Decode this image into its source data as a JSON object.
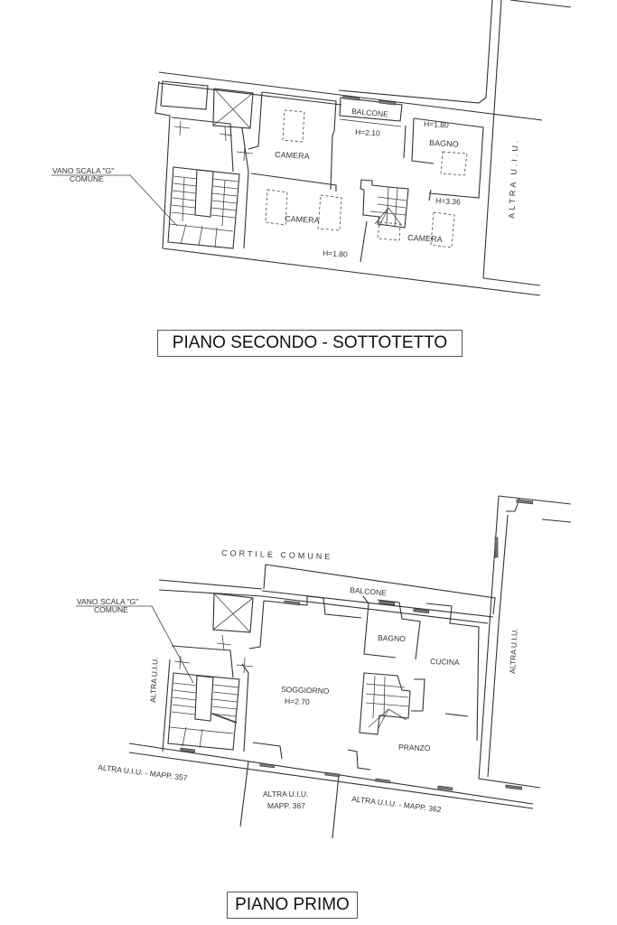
{
  "plans": {
    "second_floor": {
      "title": "PIANO SECONDO - SOTTOTETTO",
      "stair_label": {
        "line1": "VANO SCALA \"G\"",
        "line2": "COMUNE"
      },
      "rooms": [
        {
          "name": "CAMERA"
        },
        {
          "name": "CAMERA"
        },
        {
          "name": "CAMERA"
        },
        {
          "name": "BAGNO"
        },
        {
          "name": "BALCONE"
        }
      ],
      "heights": [
        "H=2.10",
        "H=1.80",
        "H=1.80",
        "H=3.36"
      ],
      "neighbor": "ALTRA U.I.U."
    },
    "first_floor": {
      "title": "PIANO PRIMO",
      "courtyard": "CORTILE COMUNE",
      "stair_label": {
        "line1": "VANO SCALA \"G\"",
        "line2": "COMUNE"
      },
      "rooms": [
        {
          "name": "BALCONE"
        },
        {
          "name": "BAGNO"
        },
        {
          "name": "CUCINA"
        },
        {
          "name": "SOGGIORNO",
          "height": "H=2.70"
        },
        {
          "name": "PRANZO"
        }
      ],
      "neighbors": {
        "left": "ALTRA U.I.U.",
        "right": "ALTRA U.I.U.",
        "bottom_left": "ALTRA U.I.U. - MAPP. 357",
        "bottom_mid_line1": "ALTRA U.I.U.",
        "bottom_mid_line2": "MAPP. 367",
        "bottom_right": "ALTRA U.I.U. - MAPP. 362"
      }
    }
  }
}
